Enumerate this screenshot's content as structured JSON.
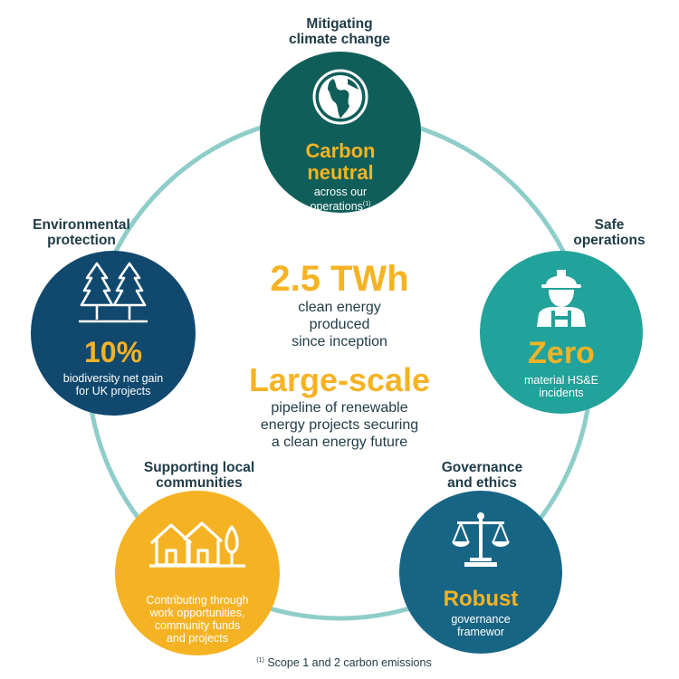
{
  "colors": {
    "ring": "#8fcdc9",
    "climate": "#0f5e59",
    "safe": "#21a29a",
    "governance": "#176585",
    "community": "#f5b324",
    "environment": "#10486e",
    "accent": "#f5b324",
    "text": "#1f3b47"
  },
  "center": {
    "twh_value": "2.5 TWh",
    "twh_desc": [
      "clean energy",
      "produced",
      "since inception"
    ],
    "pipeline_title": "Large-scale",
    "pipeline_desc": [
      "pipeline of renewable",
      "energy projects securing",
      "a clean energy future"
    ]
  },
  "climate": {
    "caption": [
      "Mitigating",
      "climate change"
    ],
    "stat": [
      "Carbon",
      "neutral"
    ],
    "desc": [
      "across our",
      "operations"
    ],
    "footnote_marker": "(1)",
    "icon": "globe-icon"
  },
  "safe": {
    "caption": [
      "Safe",
      "operations"
    ],
    "stat": "Zero",
    "desc": [
      "material HS&E",
      "incidents"
    ],
    "icon": "hard-hat-worker-icon"
  },
  "governance": {
    "caption": [
      "Governance",
      "and ethics"
    ],
    "stat": "Robust",
    "desc": [
      "governance",
      "framewor"
    ],
    "icon": "scales-icon"
  },
  "community": {
    "caption": [
      "Supporting local",
      "communities"
    ],
    "desc": [
      "Contributing through",
      "work opportunities,",
      "community funds",
      "and projects"
    ],
    "icon": "houses-icon"
  },
  "environment": {
    "caption": [
      "Environmental",
      "protection"
    ],
    "stat": "10%",
    "desc": [
      "biodiversity net gain",
      "for UK projects"
    ],
    "icon": "trees-icon"
  },
  "footnote": {
    "marker": "(1)",
    "text": "Scope 1 and 2 carbon emissions"
  }
}
